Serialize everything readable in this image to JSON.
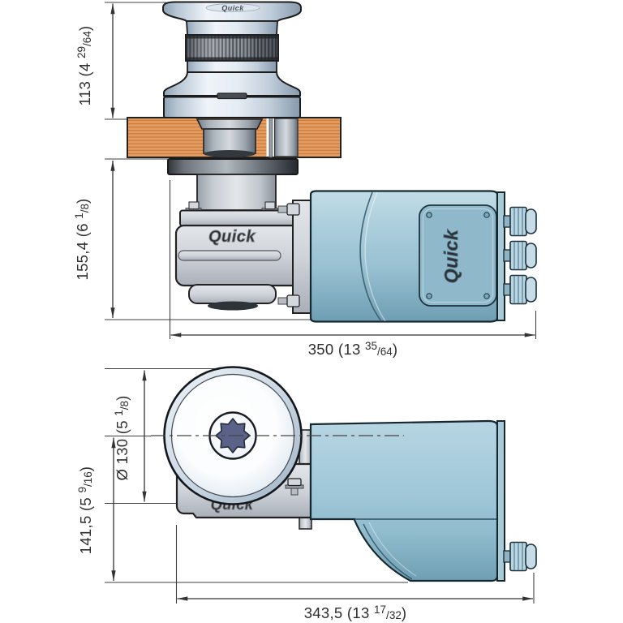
{
  "brand": "Quick",
  "drawing_type": "windlass dimensional drawing",
  "dims": {
    "d113": {
      "main": "113 (4 ",
      "num": "29",
      "sep": "/",
      "den": "64",
      "close": ")"
    },
    "d155": {
      "main": "155,4 (6 ",
      "num": "1",
      "sep": "/",
      "den": "8",
      "close": ")"
    },
    "d350": {
      "main": "350 (13 ",
      "num": "35",
      "sep": "/",
      "den": "64",
      "close": ")"
    },
    "d130": {
      "main": "Ø 130 (5 ",
      "num": "1",
      "sep": "/",
      "den": "8",
      "close": ")"
    },
    "d141": {
      "main": "141,5 (5 ",
      "num": "9",
      "sep": "/",
      "den": "16",
      "close": ")"
    },
    "d343": {
      "main": "343,5 (13 ",
      "num": "17",
      "sep": "/",
      "den": "32",
      "close": ")"
    }
  },
  "colors": {
    "outline": "#1c1c1c",
    "dimension_lines": "#3a3a3a",
    "deck_wood": "#e69c5f",
    "wood_grain": "#c1793d",
    "capstan_metal": "#e4ebf3",
    "gearbox_gray": "#cfd4da",
    "motor_teal": "#97c0d1",
    "star_socket": "#5a6288"
  }
}
